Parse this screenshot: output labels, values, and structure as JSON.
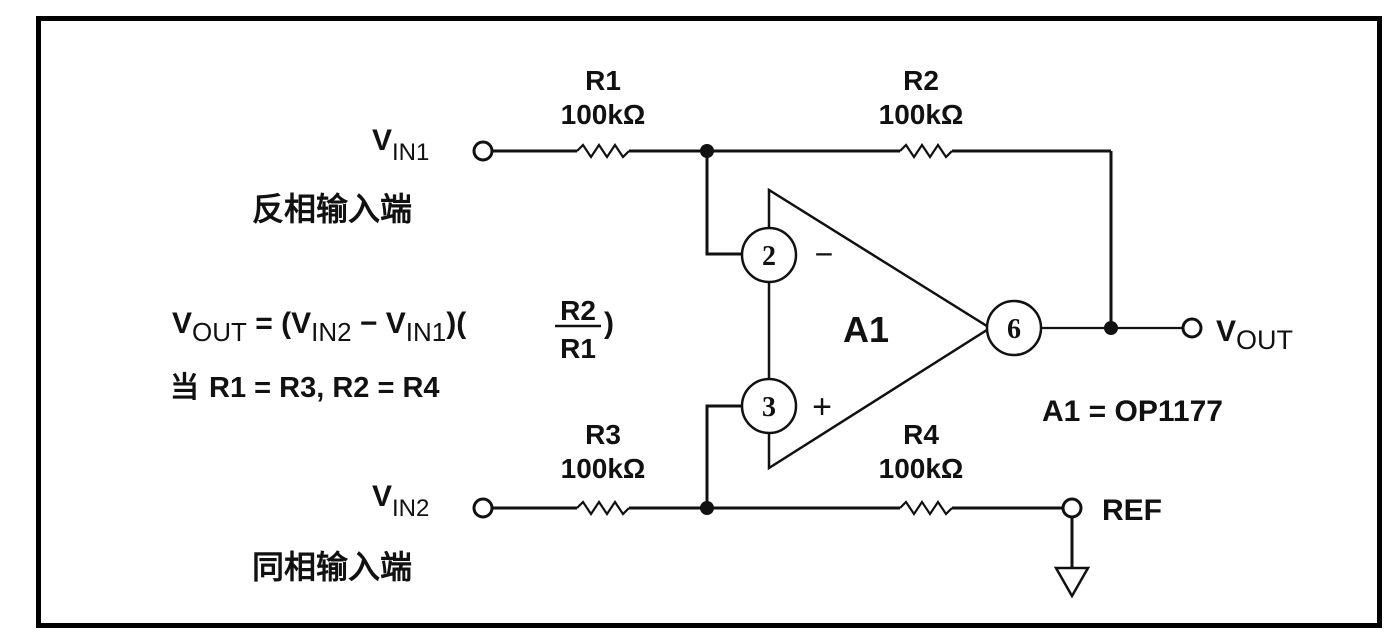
{
  "diagram": {
    "title": "Difference amplifier circuit",
    "resistors": [
      {
        "id": "r1",
        "name": "R1",
        "value": "100kΩ"
      },
      {
        "id": "r2",
        "name": "R2",
        "value": "100kΩ"
      },
      {
        "id": "r3",
        "name": "R3",
        "value": "100kΩ"
      },
      {
        "id": "r4",
        "name": "R4",
        "value": "100kΩ"
      }
    ],
    "inputs": {
      "vin1": {
        "main": "V",
        "sub": "IN1",
        "caption": "反相输入端"
      },
      "vin2": {
        "main": "V",
        "sub": "IN2",
        "caption": "同相输入端"
      }
    },
    "output": {
      "main": "V",
      "sub": "OUT"
    },
    "ref_label": "REF",
    "opamp": {
      "name": "A1",
      "part_note": "A1 = OP1177",
      "pins": {
        "inverting": "2",
        "noninverting": "3",
        "output": "6"
      },
      "minus_sign": "−",
      "plus_sign": "+"
    },
    "formula": {
      "lhs_main": "V",
      "lhs_sub": "OUT",
      "eq_open": " = (",
      "t1_main": "V",
      "t1_sub": "IN2",
      "minus": " − ",
      "t2_main": "V",
      "t2_sub": "IN1",
      "close_open": ")(",
      "numerator": "R2",
      "denominator": "R1",
      "close": ")"
    },
    "condition": {
      "prefix": "当",
      "text": "R1 = R3, R2 = R4"
    }
  }
}
